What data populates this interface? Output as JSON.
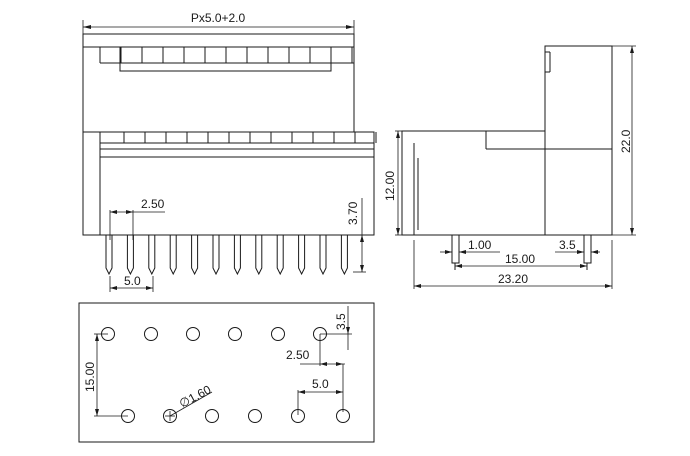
{
  "dimensions": {
    "top_width": "Px5.0+2.0",
    "pin_pitch_small": "2.50",
    "pin_pitch": "5.0",
    "pin_length": "3.70",
    "side_body_height": "12.00",
    "side_total_height": "22.0",
    "side_pin_offset": "1.00",
    "side_pin_span": "15.00",
    "side_pin_tail": "3.5",
    "side_total_width": "23.20",
    "pcb_row_offset": "3.5",
    "pcb_stagger": "2.50",
    "pcb_pitch": "5.0",
    "pcb_row_spacing": "15.00",
    "hole_diameter": "∅1.60"
  }
}
